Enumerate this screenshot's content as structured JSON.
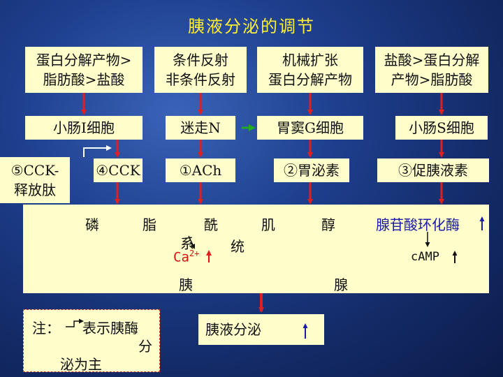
{
  "title": "胰液分泌的调节",
  "stimuli": {
    "s1": {
      "line1": "蛋白分解产物>",
      "line2": "脂肪酸>盐酸"
    },
    "s2": {
      "line1": "条件反射",
      "line2": "非条件反射"
    },
    "s3": {
      "line1": "机械扩张",
      "line2": "蛋白分解产物"
    },
    "s4": {
      "line1": "盐酸>蛋白分解",
      "line2": "产物>脂肪酸"
    }
  },
  "cells": {
    "i_cell": "小肠I细胞",
    "vagus": "迷走N",
    "g_cell": "胃窦G细胞",
    "s_cell": "小肠S细胞"
  },
  "mediators": {
    "cckrp_line1": "⑤CCK-",
    "cckrp_line2": "释放肽",
    "cck": "④CCK",
    "ach": "①ACh",
    "gastrin": "②胃泌素",
    "secretin": "③促胰液素"
  },
  "panel": {
    "c1": "磷",
    "c2": "脂",
    "c3": "酰",
    "c4": "肌",
    "c5": "醇",
    "c6": "系",
    "c7": "统",
    "ca": "Ca",
    "ca_sup": "2+",
    "ac_enzyme": "腺苷酸环化酶",
    "camp": "cAMP",
    "yi": "胰",
    "xian": "腺"
  },
  "result": {
    "text": "胰液分泌"
  },
  "note": {
    "line1": "注：",
    "line2": "表示胰酶",
    "line3": "分",
    "line4": "泌为主"
  }
}
